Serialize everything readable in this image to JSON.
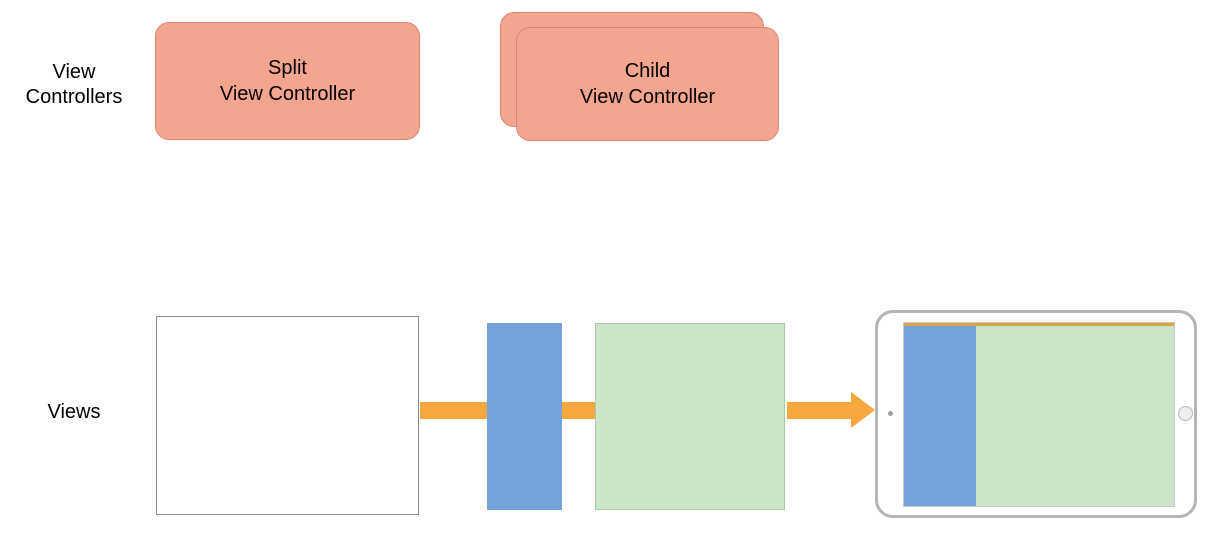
{
  "diagram": {
    "row_controllers": {
      "label_line1": "View",
      "label_line2": "Controllers",
      "split_box": {
        "line1": "Split",
        "line2": "View Controller"
      },
      "child_box": {
        "line1": "Child",
        "line2": "View Controller"
      }
    },
    "row_views": {
      "label": "Views"
    },
    "colors": {
      "salmon": "#F4A58F",
      "salmon_border": "#D68A76",
      "orange": "#F6A73F",
      "orange_dark": "#E0A23E",
      "blue": "#74A3DC",
      "green": "#CBE5C9",
      "green_border": "#A9C8A7",
      "gray_border": "#8E8E8E",
      "ipad_border": "#B2B6B9"
    }
  }
}
